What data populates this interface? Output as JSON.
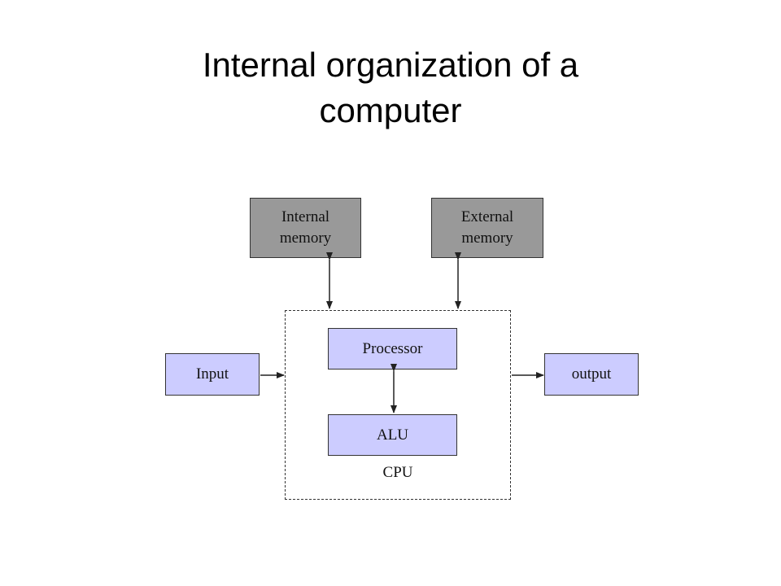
{
  "slide": {
    "title_line1": "Internal organization of a",
    "title_line2": "computer"
  },
  "diagram": {
    "internal_memory": [
      "Internal",
      "memory"
    ],
    "external_memory": [
      "External",
      "memory"
    ],
    "processor": "Processor",
    "alu": "ALU",
    "input": "Input",
    "output": "output",
    "cpu": "CPU"
  },
  "colors": {
    "memory_fill": "#999999",
    "unit_fill": "#ccccff",
    "stroke": "#333333"
  }
}
